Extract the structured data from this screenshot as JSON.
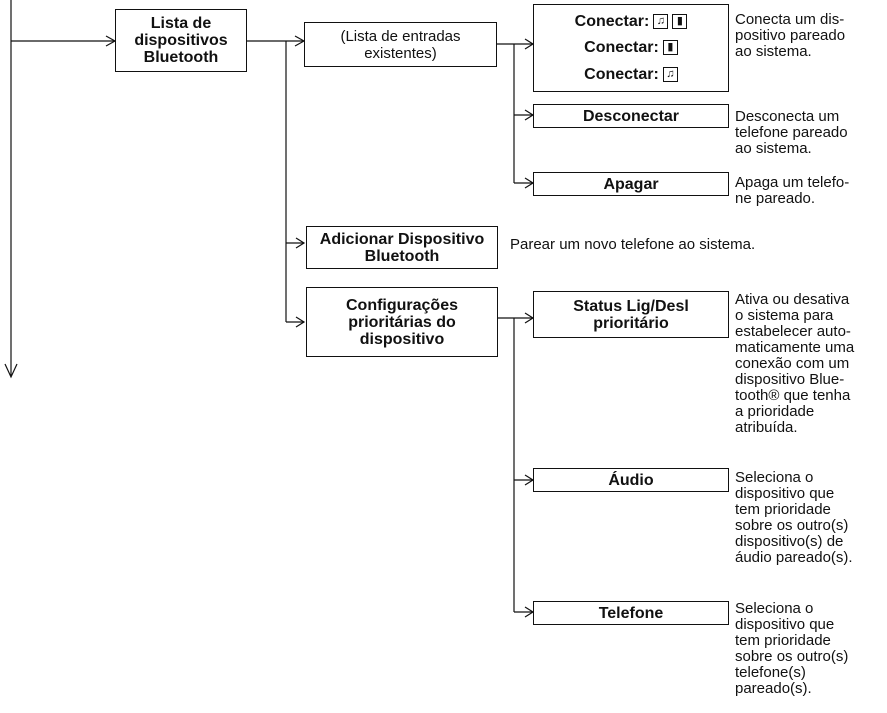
{
  "nodes": {
    "lista_dispositivos": "Lista de\ndispositivos\nBluetooth",
    "lista_entradas": "(Lista de entradas\nexistentes)",
    "conectar_1": "Conectar:",
    "conectar_2": "Conectar:",
    "conectar_3": "Conectar:",
    "desconectar": "Desconectar",
    "apagar": "Apagar",
    "adicionar": "Adicionar Dispositivo\nBluetooth",
    "configuracoes": "Configurações\nprioritárias do\ndispositivo",
    "status": "Status Lig/Desl\nprioritário",
    "audio": "Áudio",
    "telefone": "Telefone"
  },
  "icons": {
    "music": "♫",
    "phone": "▮"
  },
  "descriptions": {
    "conectar": "Conecta um dis-\npositivo pareado\nao sistema.",
    "desconectar": "Desconecta um\ntelefone pareado\nao sistema.",
    "apagar": "Apaga um telefo-\nne pareado.",
    "adicionar": "Parear um novo telefone ao sistema.",
    "status": "Ativa ou desativa\no sistema para\nestabelecer auto-\nmaticamente uma\nconexão com um\ndispositivo Blue-\ntooth® que tenha\na prioridade\natribuída.",
    "audio": "Seleciona o\ndispositivo que\ntem prioridade\nsobre os outro(s)\ndispositivo(s) de\náudio pareado(s).",
    "telefone": "Seleciona o\ndispositivo que\ntem prioridade\nsobre os outro(s)\ntelefone(s)\npareado(s)."
  }
}
